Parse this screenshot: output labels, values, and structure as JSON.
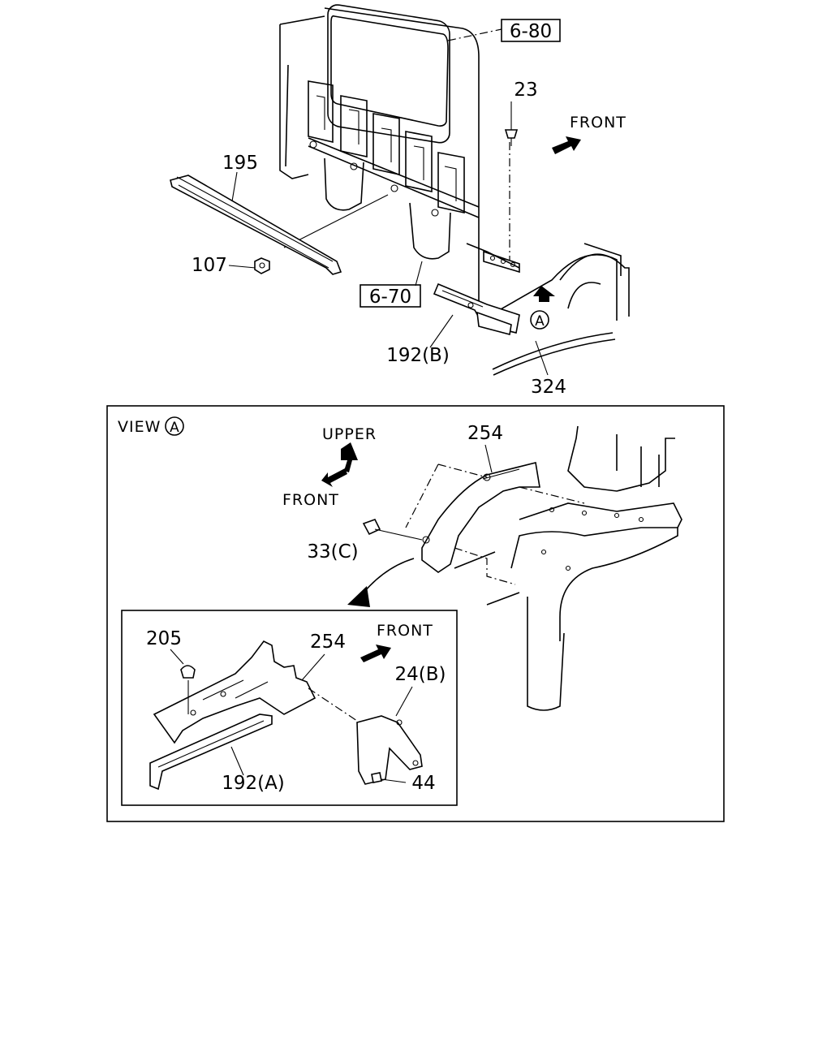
{
  "labels": {
    "ref_6_80": "6-80",
    "ref_6_70": "6-70",
    "part_23": "23",
    "front_top": "FRONT",
    "part_195": "195",
    "part_107": "107",
    "part_192b": "192(B)",
    "circle_a": "A",
    "part_324": "324",
    "view_prefix": "VIEW",
    "view_circle": "A",
    "upper": "UPPER",
    "front_view": "FRONT",
    "part_254_view": "254",
    "part_33c": "33(C)",
    "part_205": "205",
    "part_254_inset": "254",
    "front_inset": "FRONT",
    "part_24b": "24(B)",
    "part_192a": "192(A)",
    "part_44": "44"
  }
}
